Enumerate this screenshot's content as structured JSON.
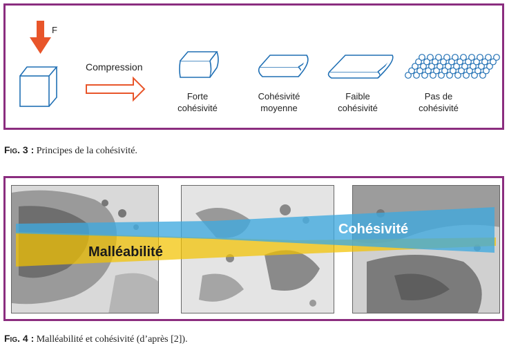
{
  "fig3": {
    "force_label": "F",
    "process_label": "Compression",
    "states": [
      {
        "label": "Forte\ncohésivité"
      },
      {
        "label": "Cohésivité\nmoyenne"
      },
      {
        "label": "Faible\ncohésivité"
      },
      {
        "label": "Pas de\ncohésivité"
      }
    ],
    "caption_tag": "Fig. 3 :",
    "caption_text": " Principes de la cohésivité."
  },
  "fig4": {
    "cohesion_label": "Cohésivité",
    "malleability_label": "Malléabilité",
    "caption_tag": "Fig. 4 :",
    "caption_text": " Malléabilité et cohésivité (d’après [2])."
  },
  "colors": {
    "frame": "#8b2d7f",
    "cube": "#1f6fb4",
    "arrow": "#e8552a",
    "cohesion_band": "#3fa9df",
    "malleability_band": "#f3c200"
  },
  "icons": [
    "force-arrow-icon",
    "cube-icon",
    "compression-arrow-icon",
    "tablet-icon",
    "particles-icon"
  ]
}
